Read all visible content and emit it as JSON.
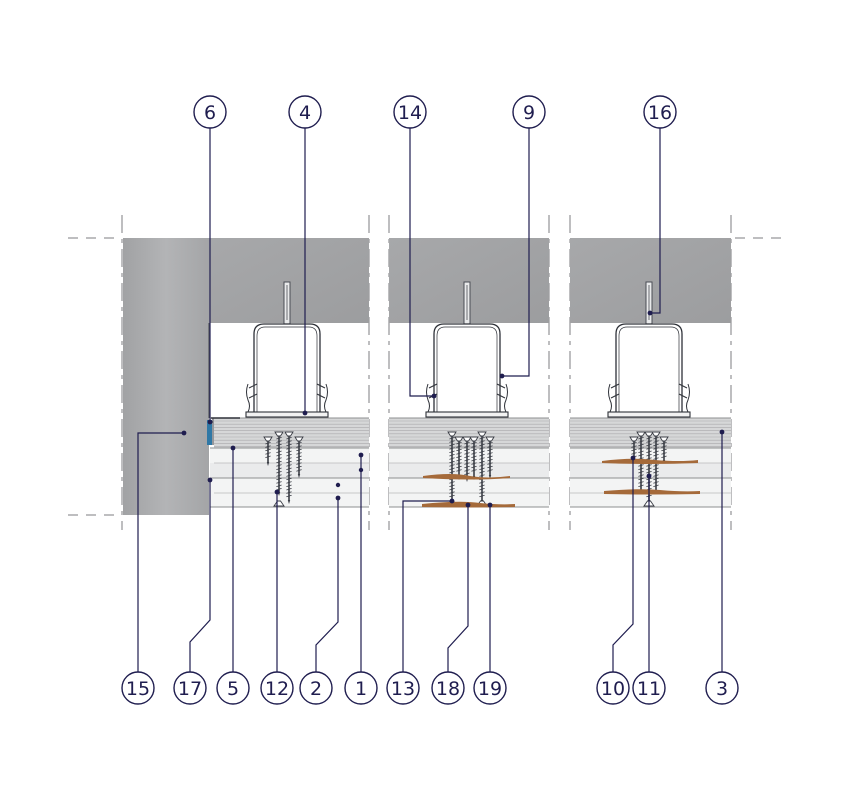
{
  "diagram": {
    "colors": {
      "ink": "#1f1d4f",
      "concrete_dark": "#a2a3a5",
      "concrete_light": "#b4b5b7",
      "board_edge": "#8e8f91",
      "board_face": "#f3f4f4",
      "board_face_alt": "#e4e5e6",
      "sealant": "#2f78a6",
      "acoustic_strip": "#a56a3a",
      "dash": "#7d7e80"
    },
    "callouts_top": [
      {
        "id": "c6",
        "label": "6"
      },
      {
        "id": "c4",
        "label": "4"
      },
      {
        "id": "c14",
        "label": "14"
      },
      {
        "id": "c9",
        "label": "9"
      },
      {
        "id": "c16",
        "label": "16"
      }
    ],
    "callouts_bottom": [
      {
        "id": "c15",
        "label": "15"
      },
      {
        "id": "c17",
        "label": "17"
      },
      {
        "id": "c5",
        "label": "5"
      },
      {
        "id": "c12",
        "label": "12"
      },
      {
        "id": "c2",
        "label": "2"
      },
      {
        "id": "c1",
        "label": "1"
      },
      {
        "id": "c13",
        "label": "13"
      },
      {
        "id": "c18",
        "label": "18"
      },
      {
        "id": "c19",
        "label": "19"
      },
      {
        "id": "c10",
        "label": "10"
      },
      {
        "id": "c11",
        "label": "11"
      },
      {
        "id": "c3",
        "label": "3"
      }
    ]
  }
}
